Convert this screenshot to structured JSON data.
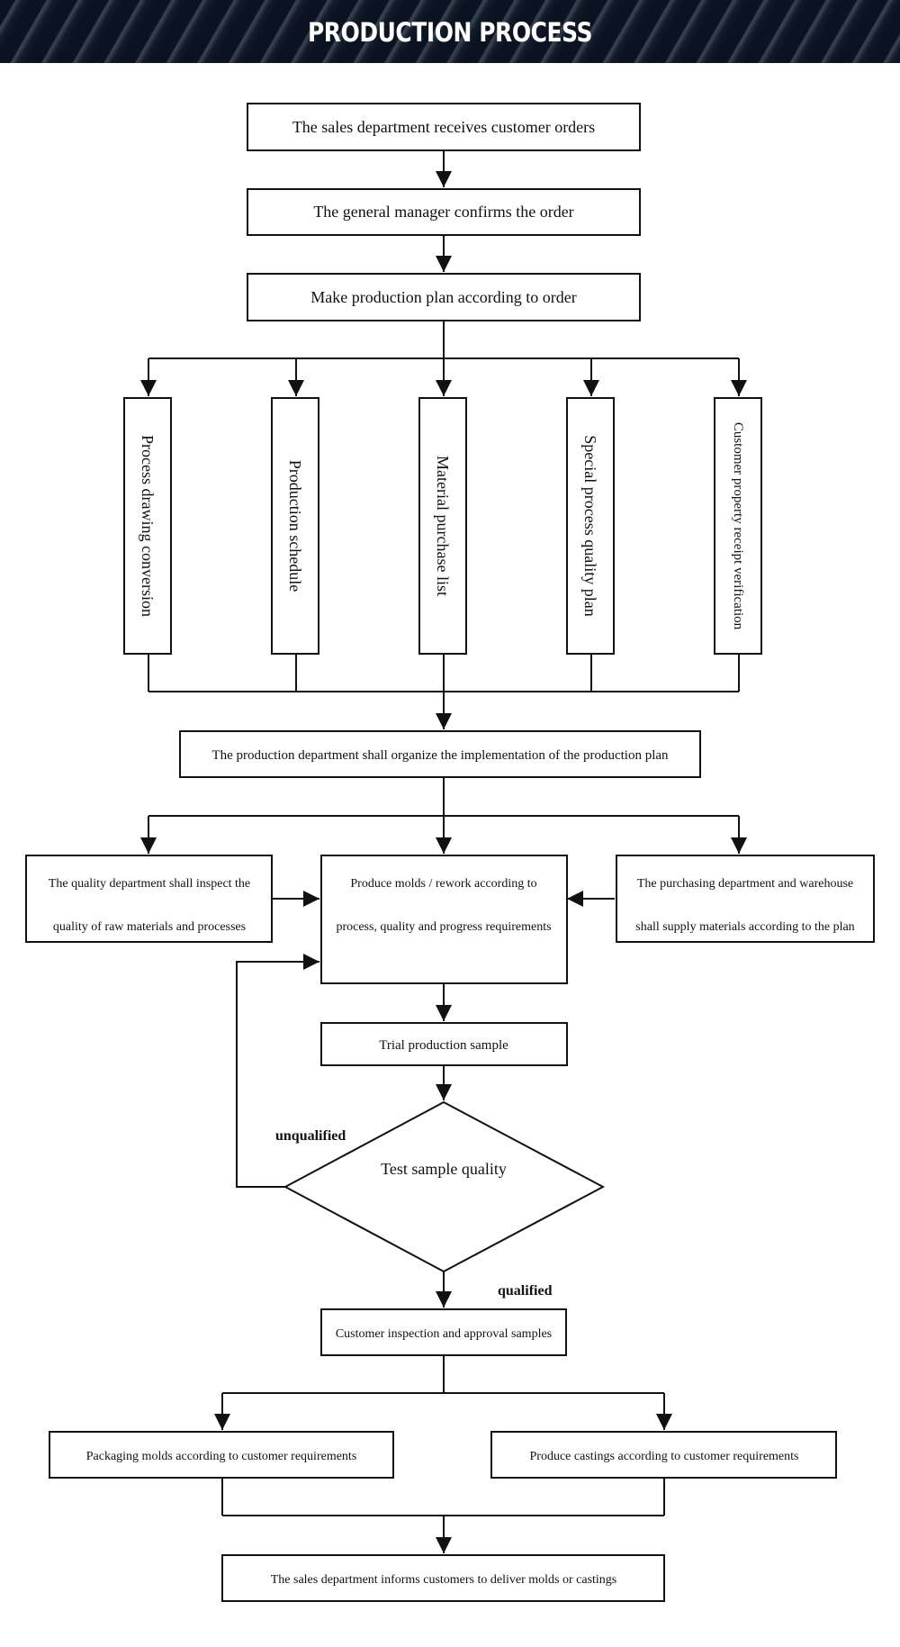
{
  "header": {
    "title": "PRODUCTION PROCESS"
  },
  "flow": {
    "sales_receives": "The sales department receives customer orders",
    "gm_confirms": "The general manager confirms the order",
    "make_plan": "Make production plan according to order",
    "branches": [
      "Process drawing conversion",
      "Production schedule",
      "Material purchase list",
      "Special process quality plan",
      "Customer property receipt verification"
    ],
    "organize": "The production department shall organize the implementation of the production plan",
    "quality_dept": [
      "The quality department shall inspect the",
      "quality of raw materials and processes"
    ],
    "produce_molds": [
      "Produce molds / rework according to",
      "process, quality and progress requirements"
    ],
    "purchasing": [
      "The purchasing department and warehouse",
      "shall supply materials according to the plan"
    ],
    "trial": "Trial production sample",
    "test": "Test sample quality",
    "unqualified": "unqualified",
    "qualified": "qualified",
    "customer_inspection": "Customer inspection and approval samples",
    "packaging": "Packaging molds according to customer requirements",
    "castings": "Produce castings according to customer requirements",
    "deliver": "The sales department informs customers to deliver molds or castings"
  }
}
